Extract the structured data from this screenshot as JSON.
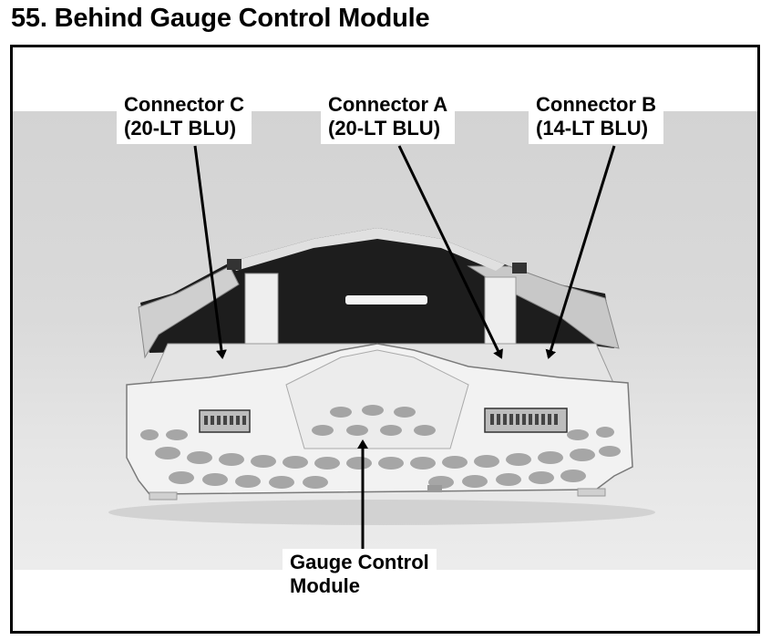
{
  "title": "55. Behind Gauge Control Module",
  "callouts": {
    "connector_c": {
      "line1": "Connector C",
      "line2": "(20-LT BLU)"
    },
    "connector_a": {
      "line1": "Connector A",
      "line2": "(20-LT BLU)"
    },
    "connector_b": {
      "line1": "Connector B",
      "line2": "(14-LT BLU)"
    },
    "gauge_module": {
      "line1": "Gauge Control",
      "line2": "Module"
    }
  },
  "colors": {
    "background": "#d6d6d6",
    "housing": "#f2f2f2",
    "dark_interior": "#1a1a1a",
    "leader_line": "#000000"
  }
}
